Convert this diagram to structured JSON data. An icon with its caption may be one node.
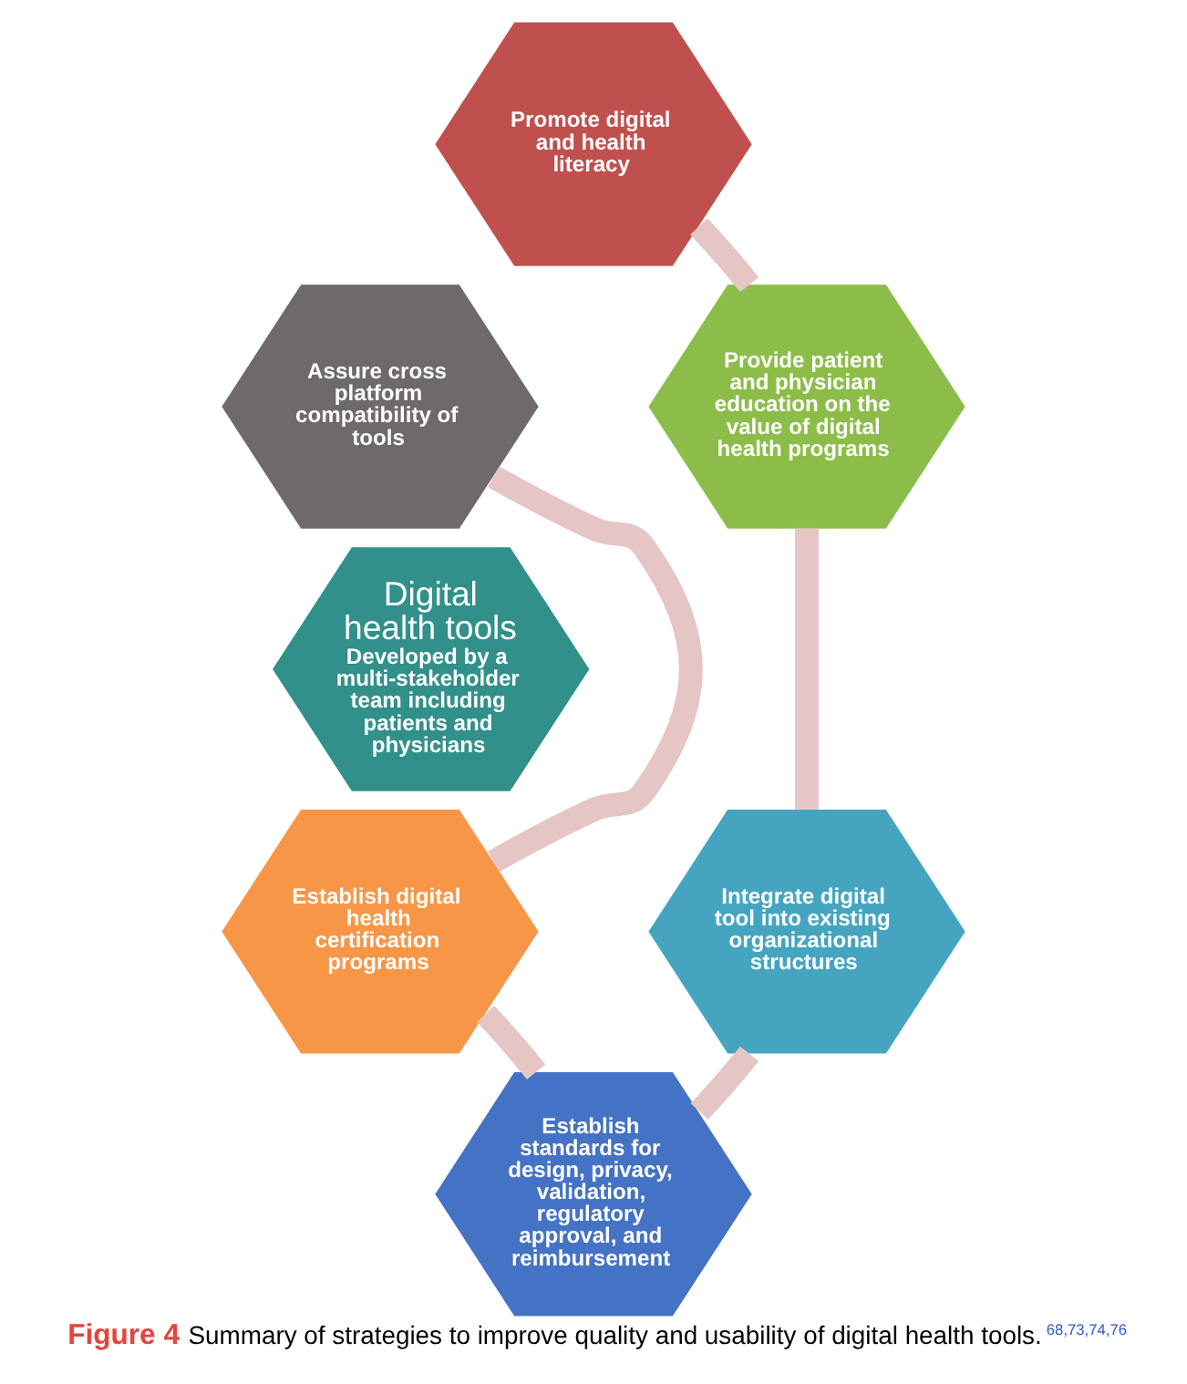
{
  "diagram": {
    "caption": "**Figure 4** Summary of strategies to improve quality and usability of digital health tools.$^{68,73,74,76}$",
    "nodes": [
      {
        "text": [
          "Digital health tools",
          "Developed by a multi-stakeholder team including patients and physicians"
        ]
      },
      {
        "text": [
          "Promote digital and health literacy"
        ]
      },
      {
        "text": [
          "Provide patient and physician education on the value of digital health programs"
        ]
      },
      {
        "text": [
          "Integrate digital tool into existing organizational structures"
        ]
      },
      {
        "text": [
          "Establish standards for design, privacy, validation, regulatory approval, and reimbursement"
        ]
      },
      {
        "text": [
          "Establish digital health certification programs"
        ]
      },
      {
        "text": [
          "Assure cross platform compatibility of tools"
        ]
      }
    ],
    "edges": [
      {
        "from": 1,
        "to": 2,
        "arrow": "none"
      },
      {
        "from": 2,
        "to": 3,
        "arrow": "none"
      },
      {
        "from": 3,
        "to": 4,
        "arrow": "none"
      },
      {
        "from": 4,
        "to": 5,
        "arrow": "none"
      },
      {
        "from": 5,
        "to": 6,
        "arrow": "none"
      }
    ]
  }
}
